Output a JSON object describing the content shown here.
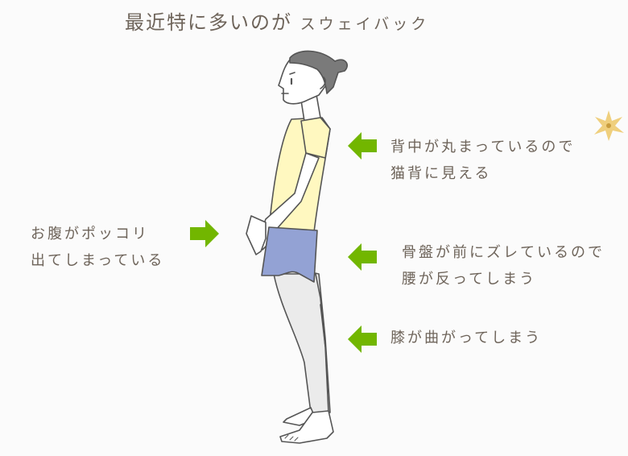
{
  "title": {
    "main": "最近特に多いのが",
    "emphasis": "スウェイバック"
  },
  "labels": {
    "back": {
      "line1": "背中が丸まっているので",
      "line2": "猫背に見える"
    },
    "belly": {
      "line1": "お腹がポッコリ",
      "line2": "出てしまっている"
    },
    "pelvis": {
      "line1": "骨盤が前にズレているので",
      "line2": "腰が反ってしまう"
    },
    "knee": {
      "line1": "膝が曲がってしまう"
    }
  },
  "colors": {
    "arrow": "#72b600",
    "text": "#6e645a",
    "shirt": "#fff8c0",
    "shorts": "#93a2d4",
    "leggings": "#ebebeb",
    "hair": "#7a7a7a",
    "outline": "#555555",
    "flower": "#ecc766"
  },
  "icons": {
    "arrow_left": "arrow-left-icon",
    "arrow_right": "arrow-right-icon",
    "flower": "flower-icon"
  }
}
